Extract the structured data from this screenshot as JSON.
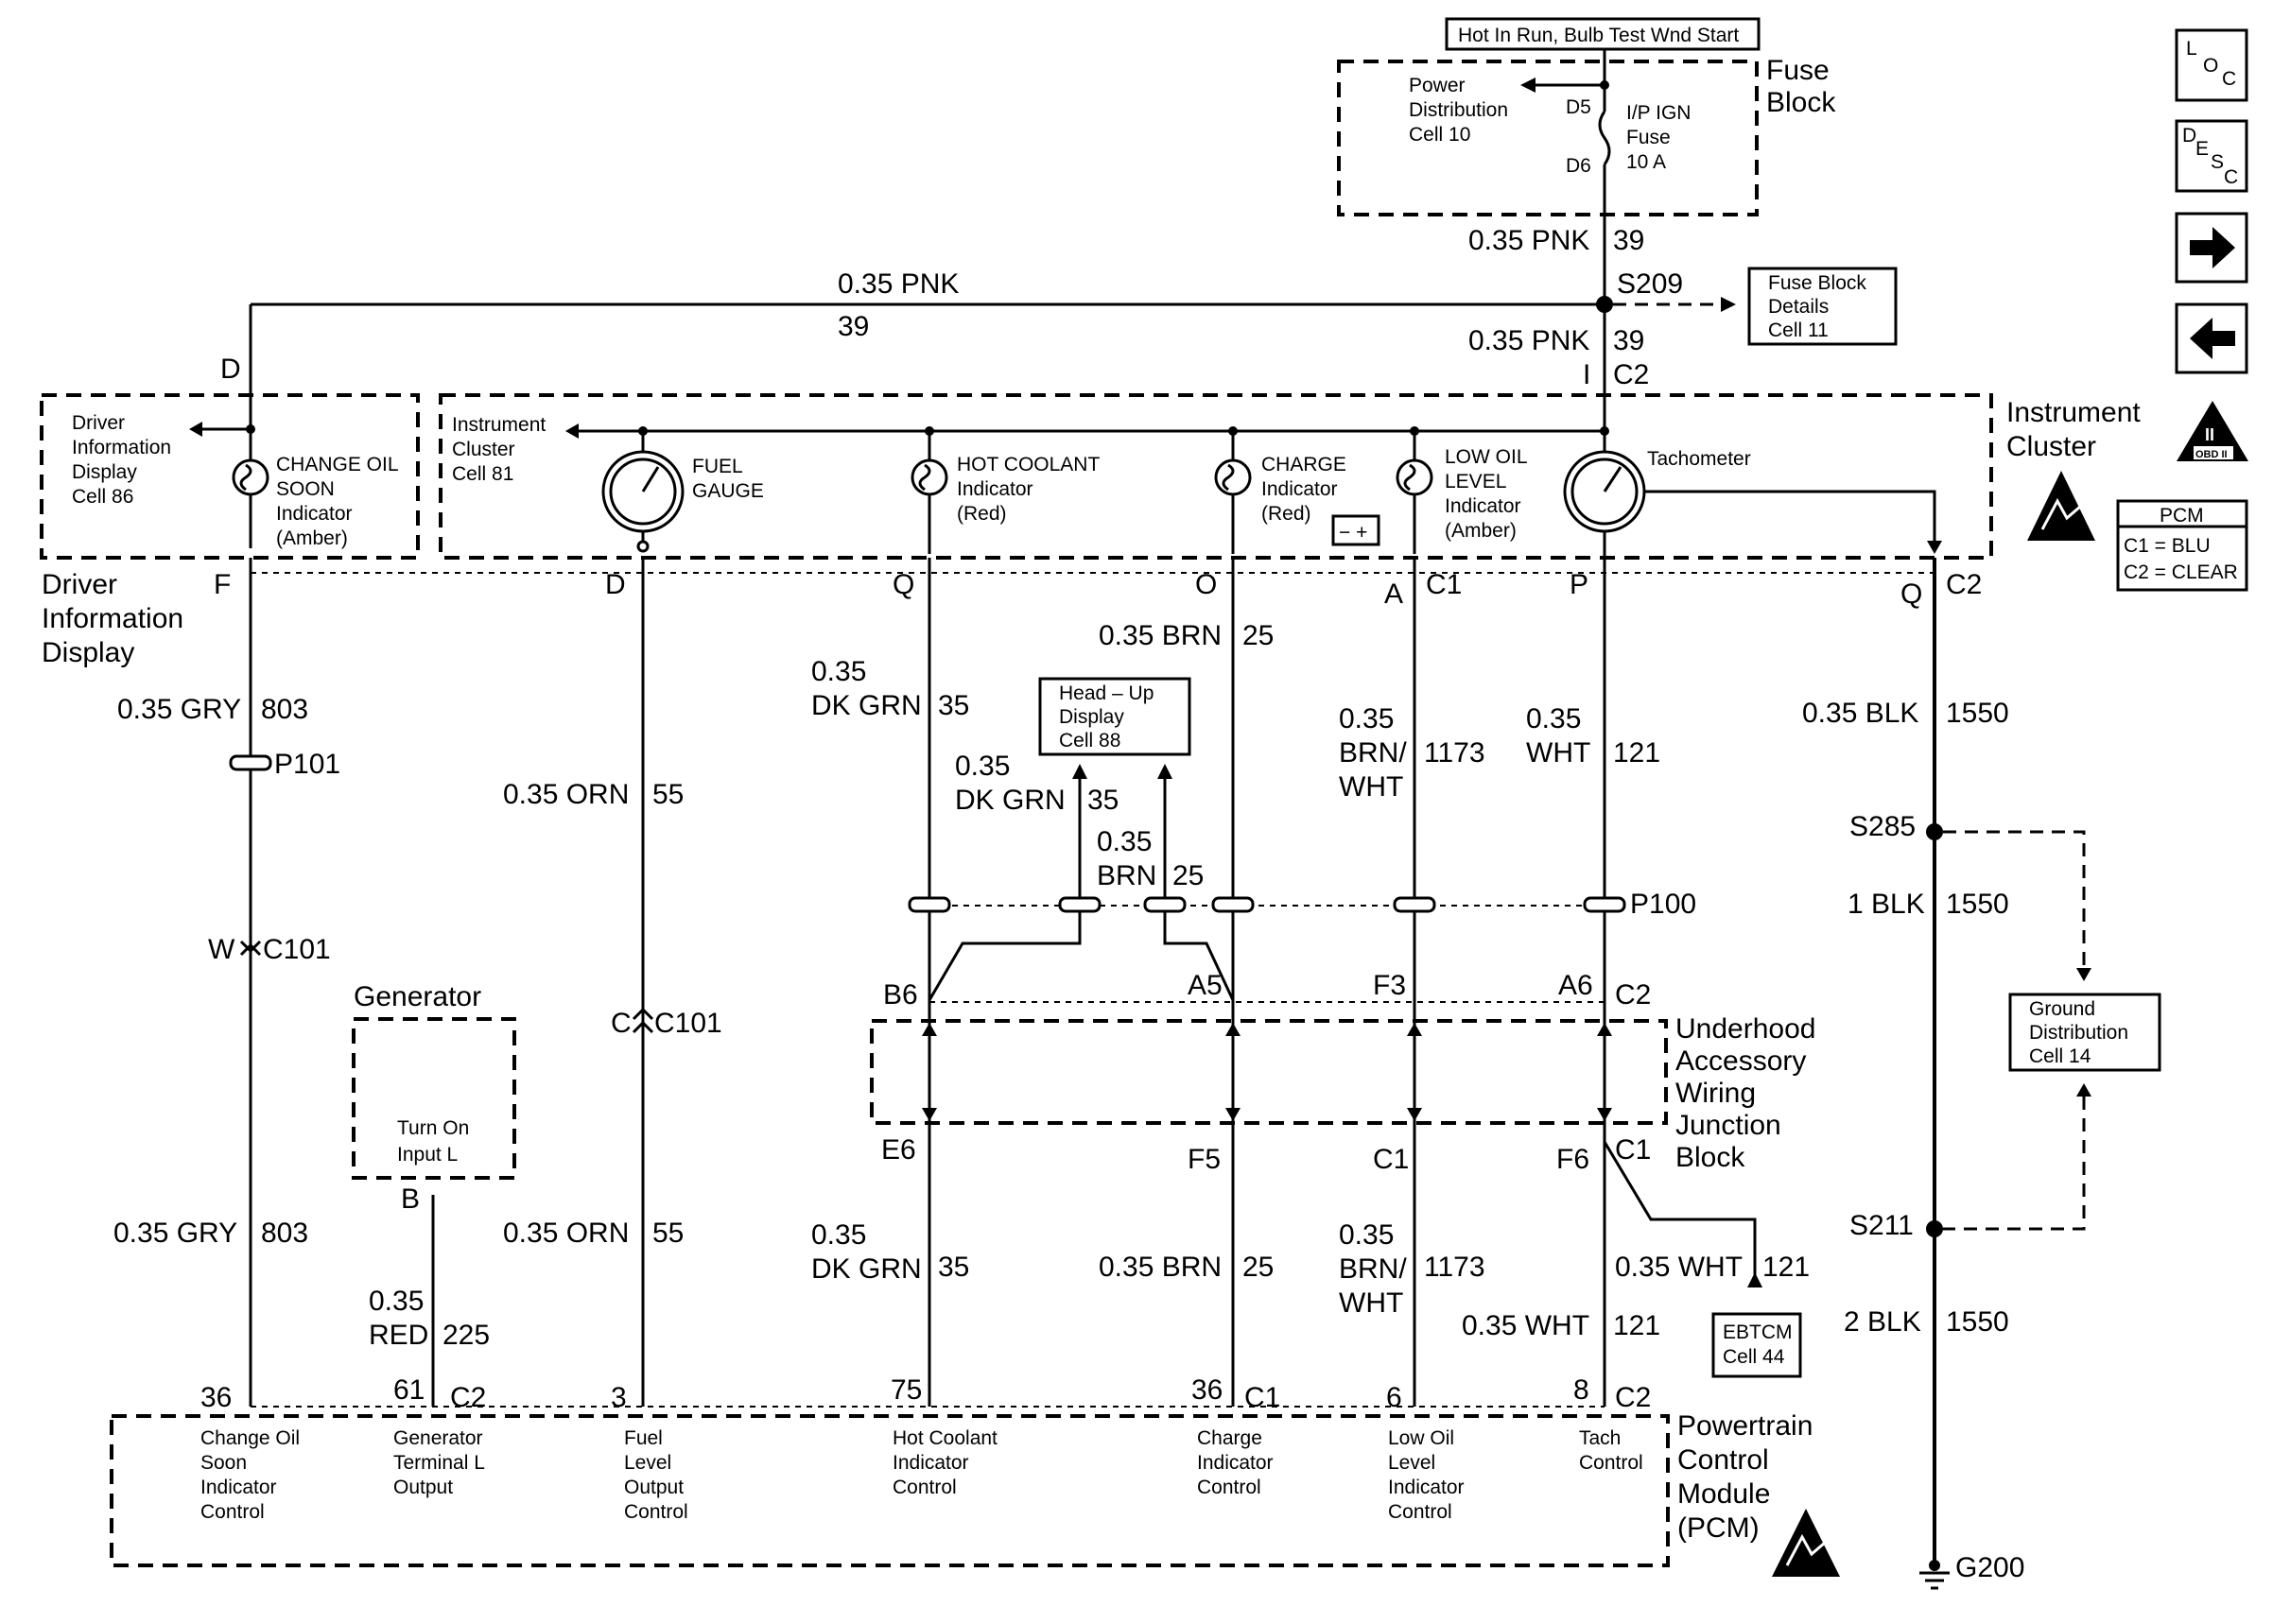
{
  "header": {
    "hot_label": "Hot In Run, Bulb Test Wnd Start",
    "fuse_block_title": "Fuse\nBlock",
    "power_dist": "Power\nDistribution\nCell 10",
    "fuse_d5": "D5",
    "fuse_d6": "D6",
    "fuse_label": "I/P IGN\nFuse\n10 A",
    "wire_top": "0.35 PNK",
    "wire_top_num": "39",
    "splice_s209": "S209",
    "fuse_block_details": "Fuse Block\nDetails\nCell 11",
    "wire_left": "0.35 PNK",
    "wire_left_num": "39",
    "wire_mid": "0.35 PNK",
    "wire_mid_num": "39",
    "c2_top": "C2",
    "d_top": "D"
  },
  "nav_icons": {
    "loc": [
      "L",
      "O",
      "C"
    ],
    "desc": [
      "D",
      "E",
      "S",
      "C"
    ],
    "forward": "→",
    "back": "←",
    "obd_roman": "II",
    "obd": "OBD II",
    "pcm_title": "PCM",
    "pcm_c1": "C1 = BLU",
    "pcm_c2": "C2 = CLEAR"
  },
  "driver_info": {
    "box_text": "Driver\nInformation\nDisplay\nCell 86",
    "indicator": "CHANGE OIL\nSOON\nIndicator\n(Amber)",
    "title": "Driver\nInformation\nDisplay",
    "pin_f": "F",
    "wire1": "0.35 GRY",
    "wire1_num": "803",
    "p101": "P101",
    "c101_pin": "W",
    "c101": "C101",
    "wire2": "0.35 GRY",
    "wire2_num": "803"
  },
  "cluster": {
    "title": "Instrument\nCluster",
    "cell": "Instrument\nCluster\nCell 81",
    "fuel_gauge": "FUEL\nGAUGE",
    "hot_coolant": "HOT COOLANT\nIndicator\n(Red)",
    "charge": "CHARGE\nIndicator\n(Red)",
    "low_oil": "LOW OIL\nLEVEL\nIndicator\n(Amber)",
    "tach": "Tachometer",
    "pin_d": "D",
    "pin_q": "Q",
    "pin_o": "O",
    "pin_a": "A",
    "pin_a_c": "C1",
    "pin_p": "P",
    "pin_q2": "Q",
    "pin_q2_c": "C2"
  },
  "wires": {
    "orn1": "0.35 ORN",
    "orn1_num": "55",
    "dkgrn1": "0.35\nDK GRN",
    "dkgrn1_num": "35",
    "hud": "Head – Up\nDisplay\nCell 88",
    "dkgrn_hud": "0.35\nDK GRN",
    "dkgrn_hud_num": "35",
    "brn_hud": "0.35\nBRN",
    "brn_hud_num": "25",
    "brn1": "0.35 BRN",
    "brn1_num": "25",
    "brnwht1": "0.35\nBRN/\nWHT",
    "brnwht1_num": "1173",
    "wht1": "0.35\nWHT",
    "wht1_num": "121",
    "blk1": "0.35 BLK",
    "blk1_num": "1550",
    "p100": "P100",
    "s285": "S285",
    "blk2": "1 BLK",
    "blk2_num": "1550",
    "ground_dist": "Ground\nDistribution\nCell 14",
    "s211": "S211",
    "blk3": "2 BLK",
    "blk3_num": "1550",
    "g200": "G200"
  },
  "junction": {
    "title": "Underhood\nAccessory\nWiring\nJunction\nBlock",
    "b6": "B6",
    "a5": "A5",
    "f3": "F3",
    "a6": "A6",
    "a6_c": "C2",
    "c101_c": "C",
    "c101": "C101",
    "e6": "E6",
    "f5": "F5",
    "c1": "C1",
    "f6": "F6",
    "f6_c": "C1"
  },
  "generator": {
    "title": "Generator",
    "box": "Turn On\nInput  L",
    "pin_b": "B",
    "wire": "0.35\nRED",
    "wire_num": "225"
  },
  "lower_wires": {
    "orn2": "0.35 ORN",
    "orn2_num": "55",
    "dkgrn2": "0.35\nDK GRN",
    "dkgrn2_num": "35",
    "brn2": "0.35 BRN",
    "brn2_num": "25",
    "brnwht2": "0.35\nBRN/\nWHT",
    "brnwht2_num": "1173",
    "wht2": "0.35 WHT",
    "wht2_num": "121",
    "wht3": "0.35 WHT",
    "wht3_num": "121",
    "ebtcm": "EBTCM\nCell 44"
  },
  "pcm": {
    "title": "Powertrain\nControl\nModule\n(PCM)",
    "pin36": "36",
    "pin61": "61",
    "pin61_c": "C2",
    "pin3": "3",
    "pin75": "75",
    "pin36b": "36",
    "pin36b_c": "C1",
    "pin6": "6",
    "pin8": "8",
    "pin8_c": "C2",
    "f1": "Change Oil\nSoon\nIndicator\nControl",
    "f2": "Generator\nTerminal L\nOutput",
    "f3": "Fuel\nLevel\nOutput\nControl",
    "f4": "Hot Coolant\nIndicator\nControl",
    "f5": "Charge\nIndicator\nControl",
    "f6": "Low Oil\nLevel\nIndicator\nControl",
    "f7": "Tach\nControl"
  }
}
